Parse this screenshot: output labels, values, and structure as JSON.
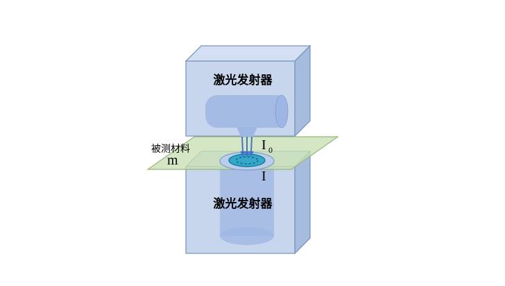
{
  "diagram": {
    "top_device": {
      "label": "激光发射器"
    },
    "bottom_device": {
      "label": "激光发射器"
    },
    "material": {
      "label": "被测材料",
      "symbol": "m"
    },
    "beams": {
      "incident": "I",
      "incident_sub": "0",
      "transmitted": "I"
    }
  },
  "colors": {
    "box_front": "#c2d2ea",
    "box_top": "#d3dff2",
    "box_side": "#a6bcdf",
    "box_stroke": "#7d95bd",
    "cylinder_fill": "#9db6e3",
    "cylinder_stroke": "#7f9cd0",
    "rim_fill": "#b9cdee",
    "plane_fill": "#c9dfb4",
    "plane_stroke": "#98b57c",
    "spot_fill": "#2aa3c6",
    "spot_stroke": "#0e7d9e",
    "spot_hatch": "#0b6e8c",
    "arrow": "#4472c4"
  }
}
